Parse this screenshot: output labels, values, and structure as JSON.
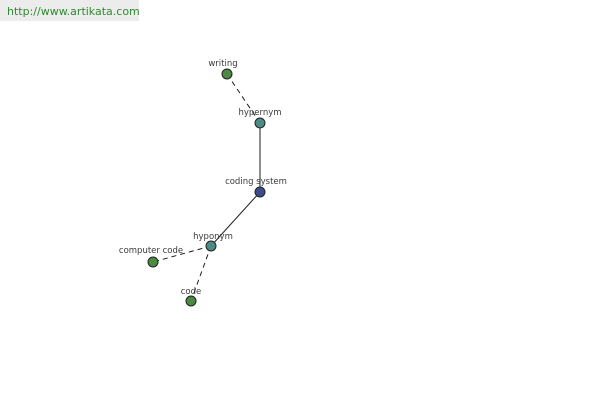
{
  "site_url": "http://www.artikata.com",
  "colors": {
    "root_node": "#3a4e8c",
    "relation_node": "#4e8a86",
    "term_node": "#4c8a44"
  },
  "graph": {
    "nodes": [
      {
        "id": "coding-system",
        "label": "coding system",
        "kind": "root"
      },
      {
        "id": "hypernym",
        "label": "hypernym",
        "kind": "relation"
      },
      {
        "id": "writing",
        "label": "writing",
        "kind": "term"
      },
      {
        "id": "hyponym",
        "label": "hyponym",
        "kind": "relation"
      },
      {
        "id": "computer-code",
        "label": "computer code",
        "kind": "term"
      },
      {
        "id": "code",
        "label": "code",
        "kind": "term"
      }
    ],
    "edges": [
      {
        "from": "coding-system",
        "to": "hypernym",
        "style": "solid"
      },
      {
        "from": "hypernym",
        "to": "writing",
        "style": "dashed"
      },
      {
        "from": "coding-system",
        "to": "hyponym",
        "style": "solid"
      },
      {
        "from": "hyponym",
        "to": "computer-code",
        "style": "dashed"
      },
      {
        "from": "hyponym",
        "to": "code",
        "style": "dashed"
      }
    ]
  }
}
